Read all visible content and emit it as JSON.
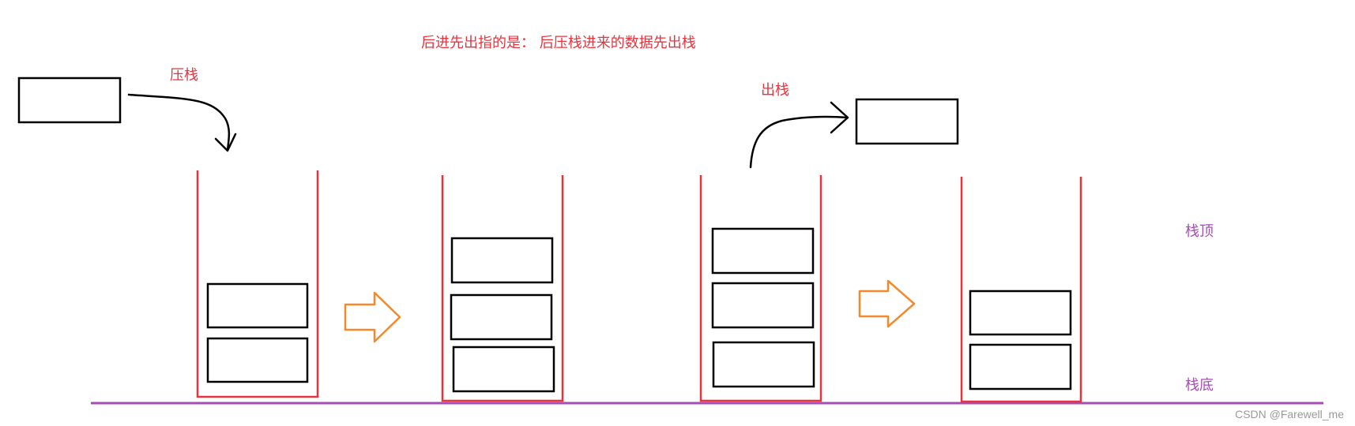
{
  "texts": {
    "title": "后进先出指的是： 后压栈进来的数据先出栈",
    "push": "压栈",
    "pop": "出栈",
    "stack_top": "栈顶",
    "stack_bottom": "栈底",
    "watermark": "CSDN @Farewell_me"
  },
  "colors": {
    "stack_wall": "#e8333d",
    "data_box": "#000000",
    "flow_arrow": "#f5892a",
    "baseline": "#a64db5",
    "text_red": "#e8333d",
    "text_purple": "#a64db5",
    "watermark": "#9a9a9a"
  },
  "stacks": [
    {
      "id": "stack-1",
      "items": 2
    },
    {
      "id": "stack-2",
      "items": 3
    },
    {
      "id": "stack-3",
      "items": 3
    },
    {
      "id": "stack-4",
      "items": 2
    }
  ]
}
